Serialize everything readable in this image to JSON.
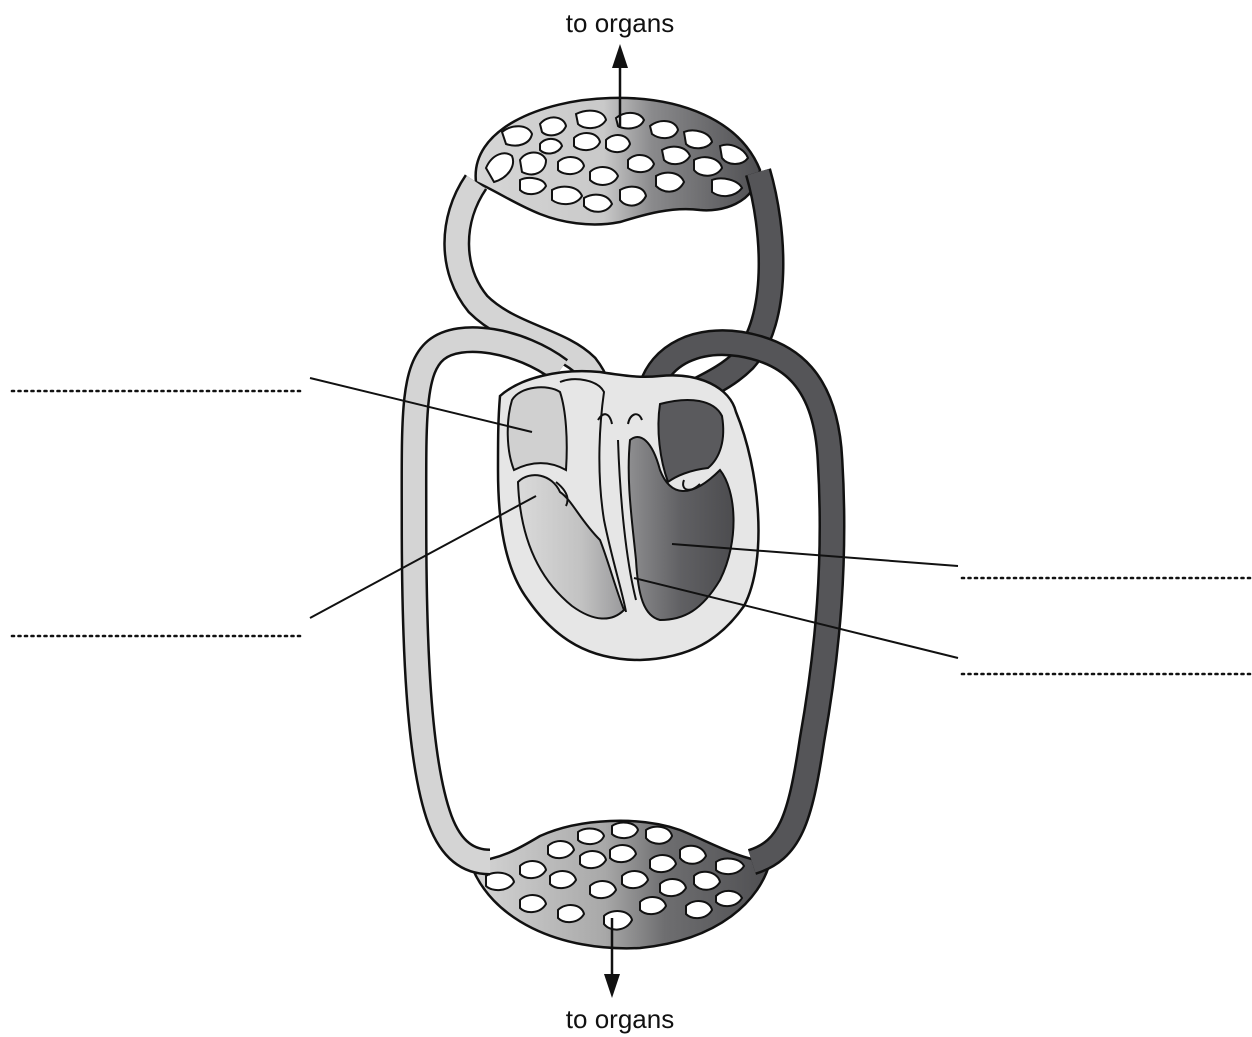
{
  "labels": {
    "top": "to organs",
    "bottom": "to organs"
  },
  "answer_blanks": [
    {
      "id": "blank-upper-left",
      "text": ""
    },
    {
      "id": "blank-lower-left",
      "text": ""
    },
    {
      "id": "blank-upper-right",
      "text": ""
    },
    {
      "id": "blank-lower-right",
      "text": ""
    }
  ],
  "colors": {
    "oxygenated_blood": "#555558",
    "deoxygenated_blood": "#d4d4d4",
    "heart_muscle": "#e6e6e6",
    "outline": "#111111"
  }
}
